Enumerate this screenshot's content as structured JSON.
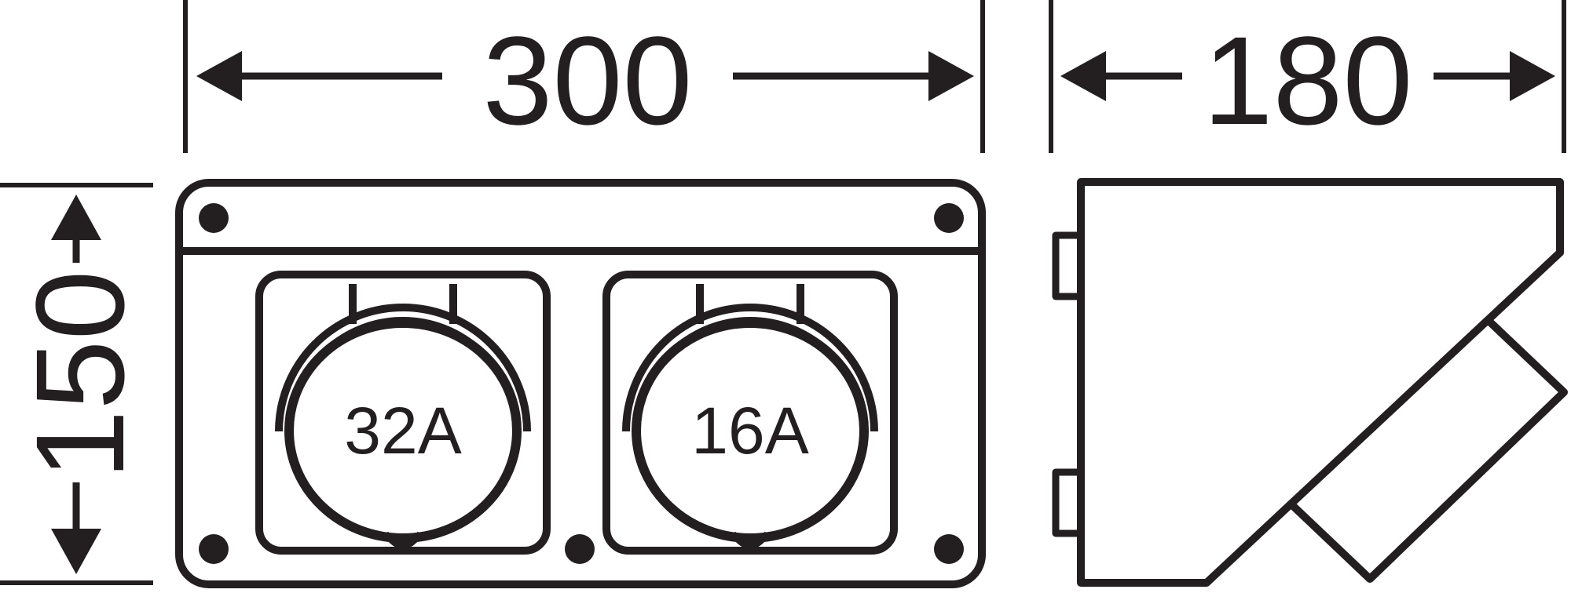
{
  "dimensions": {
    "width": "300",
    "depth": "180",
    "height": "150"
  },
  "sockets": [
    {
      "label": "32A"
    },
    {
      "label": "16A"
    }
  ],
  "colors": {
    "stroke": "#231f20",
    "background": "#ffffff"
  }
}
